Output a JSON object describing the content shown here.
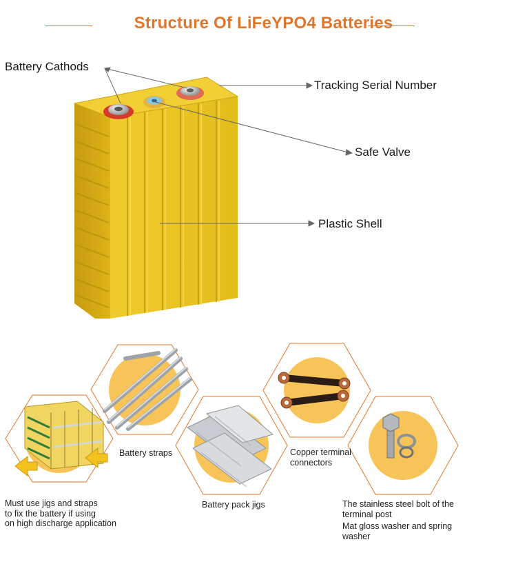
{
  "header": {
    "title": "Structure Of LiFeYPO4 Batteries"
  },
  "callouts": {
    "battery_cathodes": "Battery Cathods",
    "tracking_serial": "Tracking Serial Number",
    "safe_valve": "Safe Valve",
    "plastic_shell": "Plastic Shell"
  },
  "accessories": {
    "jigs_note": [
      "Must use jigs and straps",
      "to fix the battery if using",
      "on high discharge application"
    ],
    "straps": "Battery straps",
    "pack_jigs": "Battery pack jigs",
    "copper": [
      "Copper terminal",
      "connectors"
    ],
    "bolt": [
      "The stainless steel bolt of the",
      "terminal post",
      "Mat gloss washer and spring",
      "washer"
    ]
  },
  "colors": {
    "accent": "#e1762b",
    "battery_yellow": "#e9c21c",
    "hex_fill": "#f7c45a"
  }
}
